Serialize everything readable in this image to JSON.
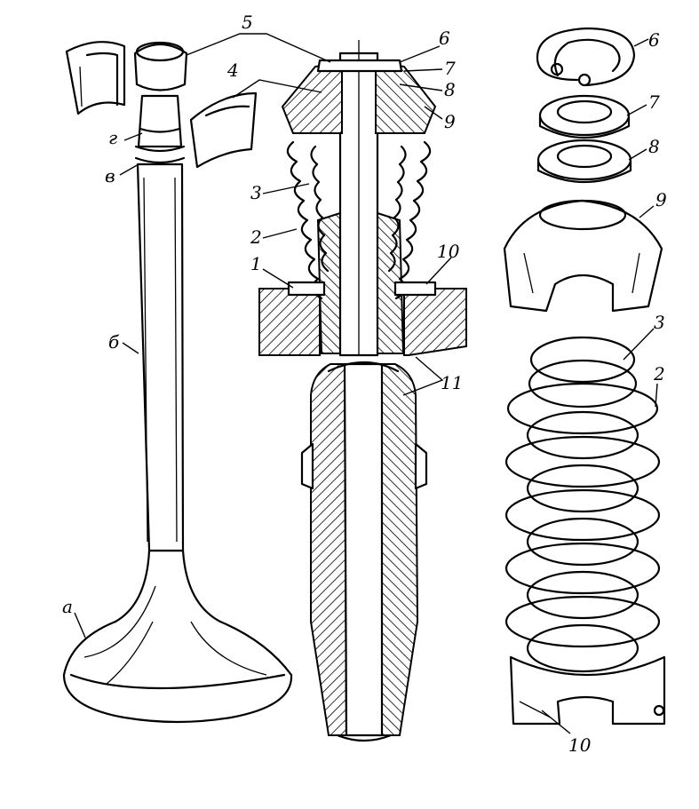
{
  "labels": {
    "valve_face": "а",
    "valve_stem": "б",
    "groove_lower": "в",
    "groove_upper": "г",
    "lock_pieces": "5",
    "spring_cap": "4",
    "retaining_ring": "6",
    "washer_upper": "7",
    "washer_lower": "8",
    "rotator_body": "9",
    "spring_seat": "10",
    "inner_spring": "3",
    "outer_spring": "2",
    "cylinder_head": "1",
    "valve_guide": "11"
  }
}
